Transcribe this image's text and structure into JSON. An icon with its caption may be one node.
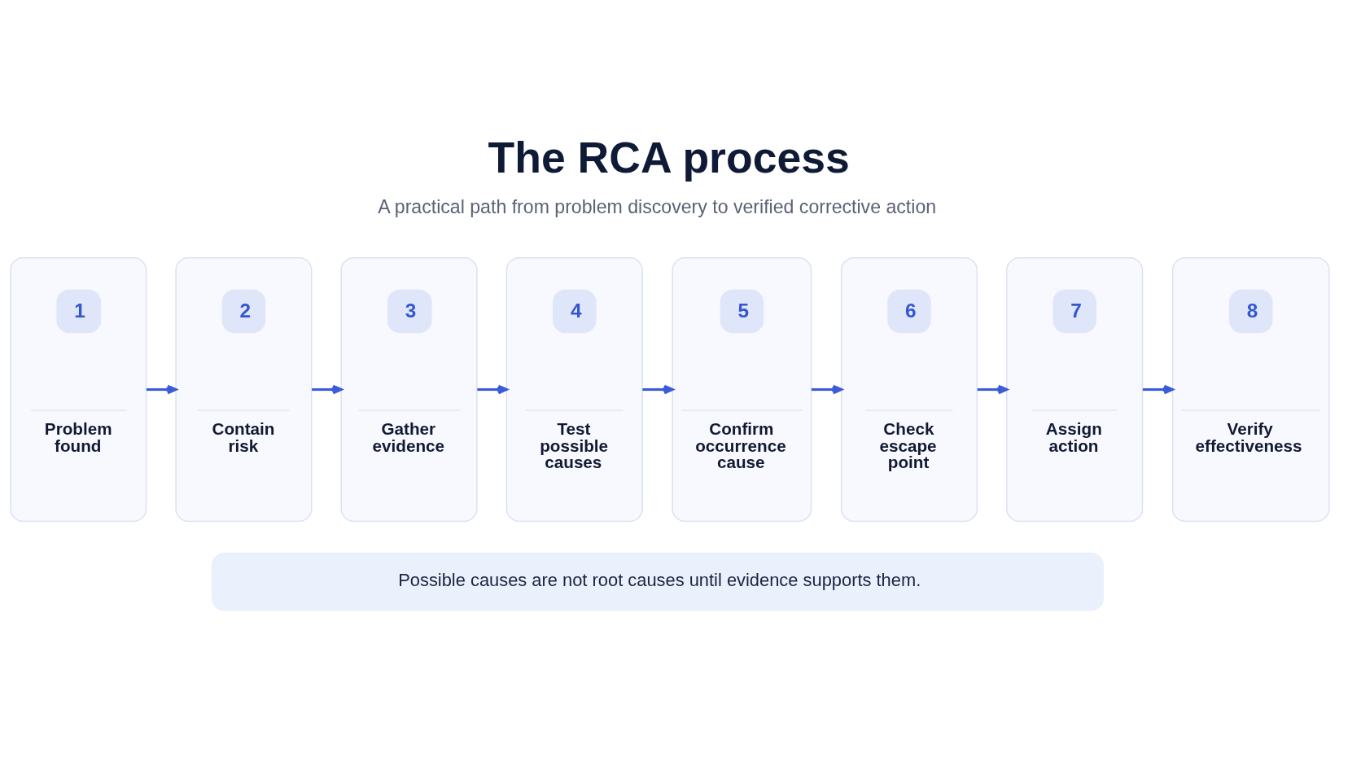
{
  "diagram": {
    "title": "The RCA process",
    "nodes": [
      {
        "text": [
          "1",
          "Problem found"
        ]
      },
      {
        "text": [
          "2",
          "Contain risk"
        ]
      },
      {
        "text": [
          "3",
          "Gather evidence"
        ]
      },
      {
        "text": [
          "4",
          "Test possible causes"
        ]
      },
      {
        "text": [
          "5",
          "Confirm occurrence cause"
        ]
      },
      {
        "text": [
          "6",
          "Check escape point"
        ]
      },
      {
        "text": [
          "7",
          "Assign action"
        ]
      },
      {
        "text": [
          "8",
          "Verify effectiveness"
        ]
      },
      {
        "text": [
          "Possible causes are not root causes until evidence supports them."
        ]
      }
    ],
    "edges": [
      {
        "from": 0,
        "to": 1,
        "arrow": "to"
      },
      {
        "from": 1,
        "to": 2,
        "arrow": "to"
      },
      {
        "from": 2,
        "to": 3,
        "arrow": "to"
      },
      {
        "from": 3,
        "to": 4,
        "arrow": "to"
      },
      {
        "from": 4,
        "to": 5,
        "arrow": "to"
      },
      {
        "from": 5,
        "to": 6,
        "arrow": "to"
      },
      {
        "from": 6,
        "to": 7,
        "arrow": "to"
      }
    ],
    "labels": [
      "A practical path from problem discovery to verified corrective action"
    ]
  }
}
